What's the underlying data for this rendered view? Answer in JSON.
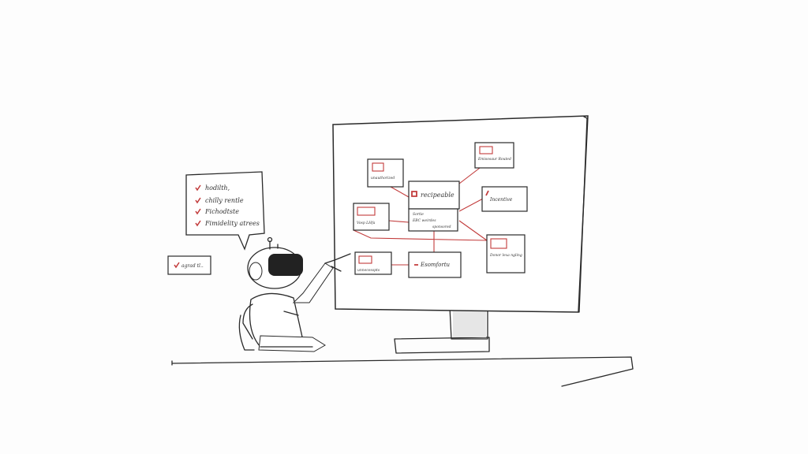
{
  "speech_bubble": {
    "items": [
      "hodilth,",
      "chilly rentle",
      "Fichodtste",
      "Fimidelity atrees"
    ]
  },
  "note": {
    "label": "agrad tl.."
  },
  "board": {
    "center": {
      "title": "recipeable",
      "lines": [
        "Sortie",
        "EBC weirdes",
        "sponsored"
      ]
    },
    "boxes": [
      "unauthorized",
      "Emisosaur Routed",
      "Incentive",
      "Vosp LHfa",
      "Donor lexa ngling",
      "unnecesspts",
      "Esomfortu"
    ]
  },
  "colors": {
    "ink": "#2a2a2a",
    "accent": "#c23b3b"
  }
}
